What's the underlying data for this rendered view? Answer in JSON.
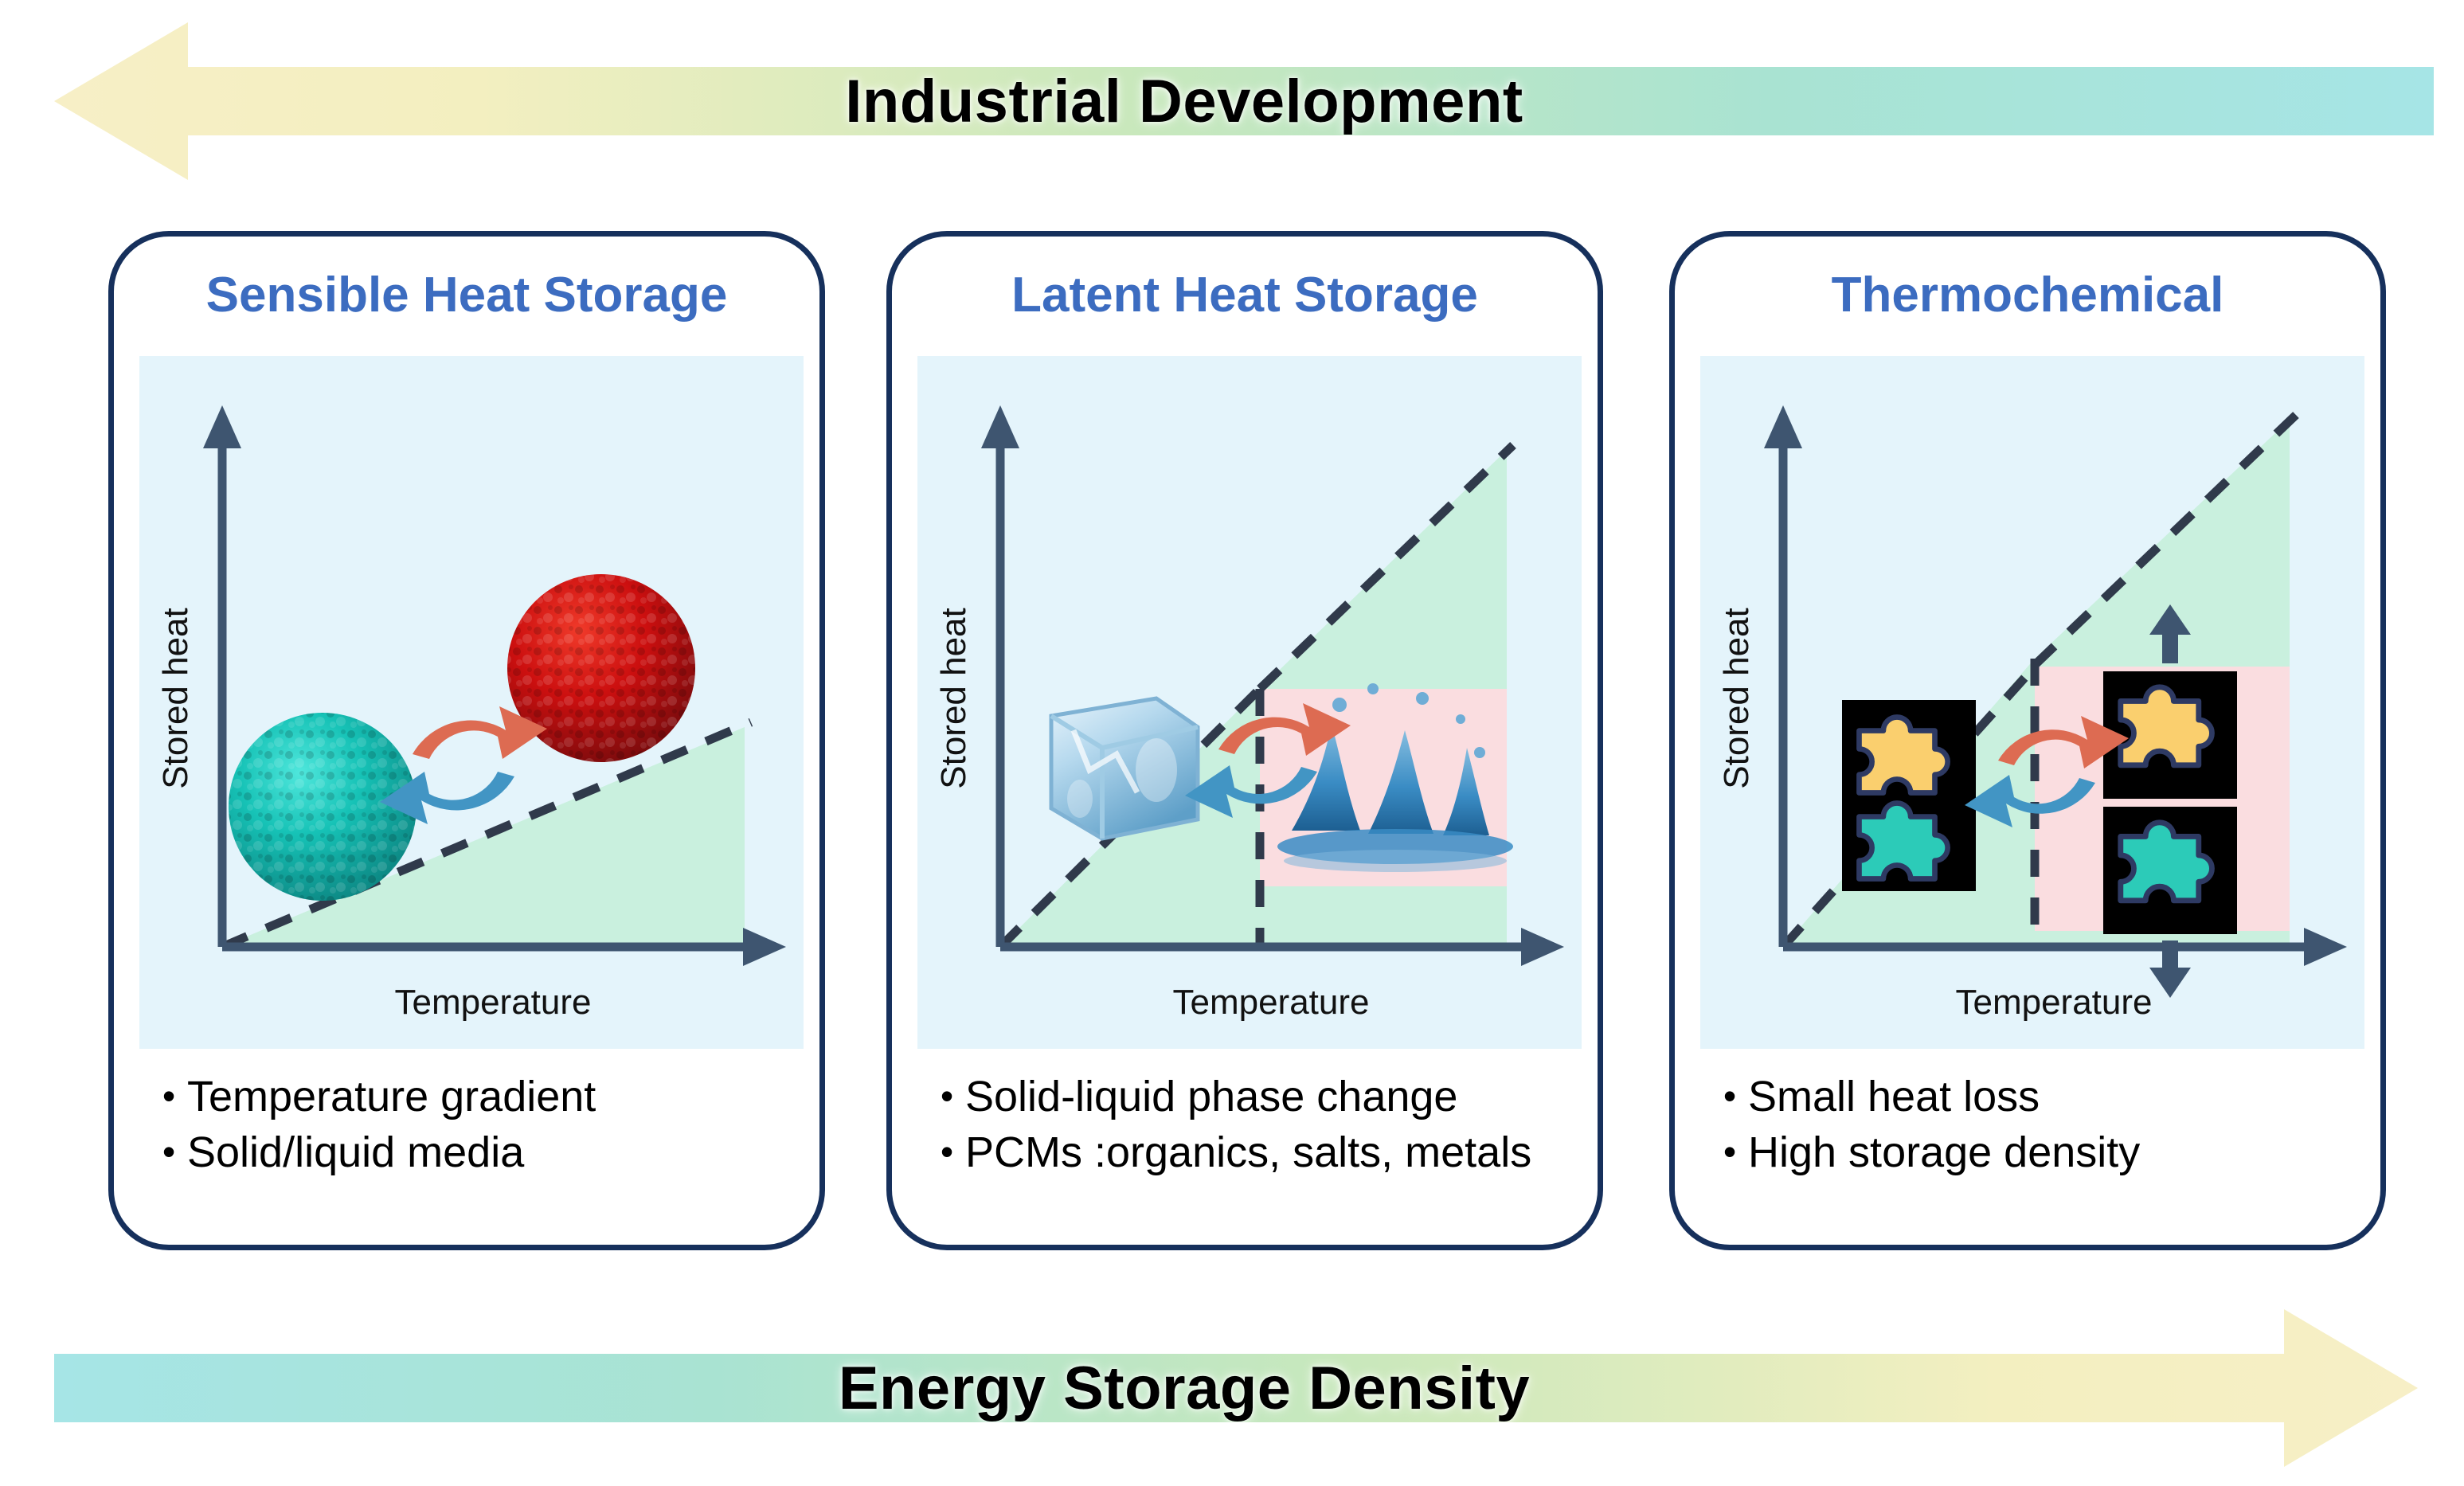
{
  "banners": {
    "top": {
      "label": "Industrial Development",
      "direction": "left",
      "gradient_from": "#F7EFC6",
      "gradient_to": "#A8E6E3"
    },
    "bottom": {
      "label": "Energy Storage Density",
      "direction": "right",
      "gradient_from": "#A8E6E3",
      "gradient_to": "#F7EFC6"
    }
  },
  "colors": {
    "card_border": "#16305C",
    "card_title": "#3C6CC0",
    "plot_bg": "#E4F4FB",
    "axis": "#3E5570",
    "green_fill": "#C9F0DE",
    "pink_fill": "#FADDE0",
    "arrow_hot": "#DD6B52",
    "arrow_cold": "#4295C4",
    "puzzle_yellow": "#FACF6E",
    "puzzle_teal": "#2CCBB8",
    "puzzle_outline": "#2E3A63",
    "puzzle_box": "#000000",
    "sphere_cold": "#18B8B0",
    "sphere_hot": "#C41010",
    "ice": "#9CC8E4",
    "water": "#2E7FB8",
    "text": "#000000"
  },
  "cards": [
    {
      "id": "sensible-heat-storage",
      "title": "Sensible Heat Storage",
      "chart": {
        "xlabel": "Temperature",
        "ylabel": "Stored heat",
        "icon_cold": "cold-solid-sphere",
        "icon_hot": "hot-solid-sphere",
        "cycle_icon": "cycle-arrows"
      },
      "bullets": [
        "Temperature gradient",
        "Solid/liquid media"
      ]
    },
    {
      "id": "latent-heat-storage",
      "title": "Latent Heat Storage",
      "chart": {
        "xlabel": "Temperature",
        "ylabel": "Stored heat",
        "icon_cold": "ice-cube",
        "icon_hot": "water-splash",
        "cycle_icon": "cycle-arrows"
      },
      "bullets": [
        "Solid-liquid phase change",
        "PCMs :organics, salts, metals"
      ]
    },
    {
      "id": "thermochemical",
      "title": "Thermochemical",
      "chart": {
        "xlabel": "Temperature",
        "ylabel": "Stored heat",
        "icon_cold": "puzzle-pair-joined",
        "icon_hot": "puzzle-pair-separated",
        "cycle_icon": "cycle-arrows"
      },
      "bullets": [
        "Small heat loss",
        "High storage density"
      ]
    }
  ],
  "chart_data": [
    {
      "type": "line",
      "title": "Sensible Heat Storage",
      "xlabel": "Temperature",
      "ylabel": "Stored heat",
      "x": [
        0,
        100
      ],
      "y": [
        0,
        62
      ],
      "series": [
        {
          "name": "stored heat vs temperature",
          "values": [
            0,
            62
          ]
        }
      ],
      "fill_under": true,
      "fill_color": "#C9F0DE",
      "line_style": "dashed",
      "grid": false,
      "legend": "none",
      "annotations": [
        "cold solid media",
        "hot solid media",
        "reversible heating/cooling cycle"
      ]
    },
    {
      "type": "line",
      "title": "Latent Heat Storage",
      "xlabel": "Temperature",
      "ylabel": "Stored heat",
      "x": [
        0,
        52,
        52,
        100
      ],
      "y": [
        0,
        42,
        88,
        100
      ],
      "series": [
        {
          "name": "stored heat vs temperature",
          "values": [
            0,
            42,
            88,
            100
          ]
        }
      ],
      "fill_under": true,
      "fill_color": "#C9F0DE",
      "line_style": "dashed",
      "grid": false,
      "legend": "none",
      "phase_change_band": {
        "color": "#FADDE0",
        "x_start": 52,
        "x_end": 96
      },
      "annotations": [
        "ice (solid)",
        "water (liquid)",
        "latent plateau at phase change"
      ]
    },
    {
      "type": "line",
      "title": "Thermochemical",
      "xlabel": "Temperature",
      "ylabel": "Stored heat",
      "x": [
        0,
        50,
        50,
        100
      ],
      "y": [
        0,
        36,
        92,
        100
      ],
      "series": [
        {
          "name": "stored heat vs temperature",
          "values": [
            0,
            36,
            92,
            100
          ]
        }
      ],
      "fill_under": true,
      "fill_color": "#C9F0DE",
      "line_style": "dashed",
      "grid": false,
      "legend": "none",
      "reaction_band": {
        "color": "#FADDE0",
        "x_start": 50,
        "x_end": 96
      },
      "annotations": [
        "A·B joined (charged)",
        "A + B separated (discharged)",
        "endothermic up / exothermic down"
      ]
    }
  ]
}
